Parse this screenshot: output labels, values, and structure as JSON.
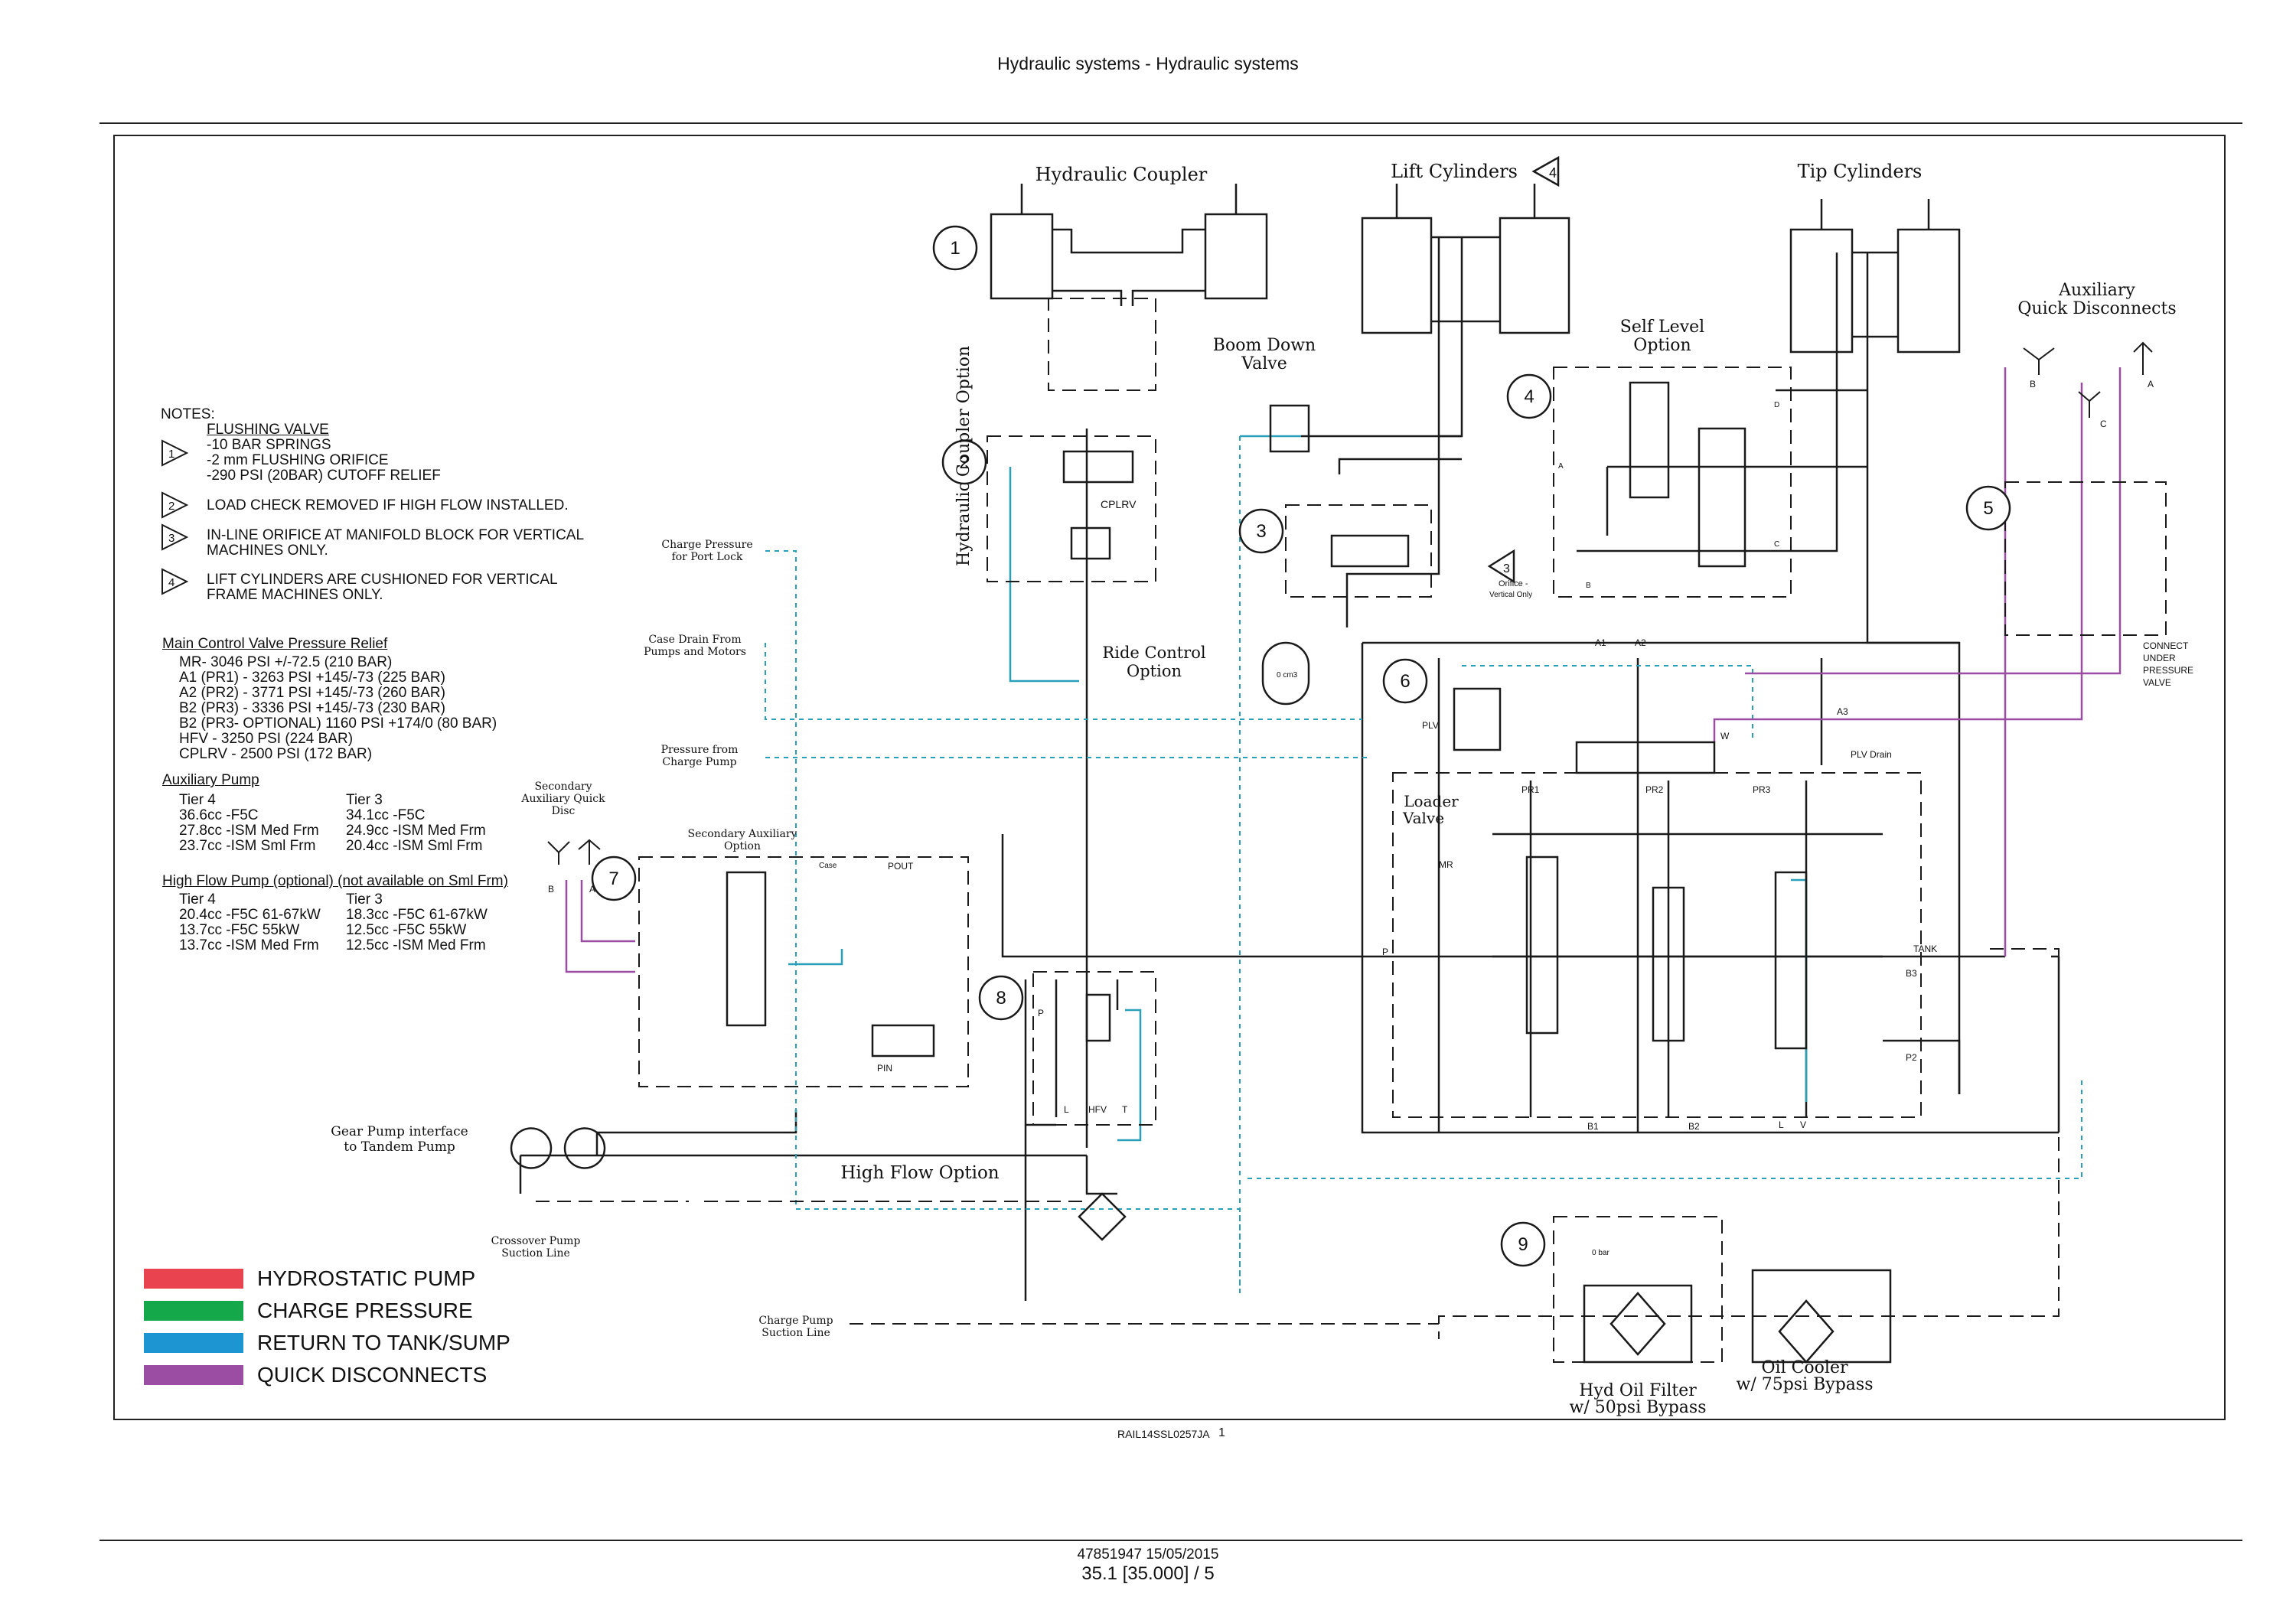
{
  "header": {
    "title": "Hydraulic systems - Hydraulic systems"
  },
  "diagram": {
    "titles": {
      "hydraulic_coupler": "Hydraulic Coupler",
      "lift_cylinders": "Lift Cylinders",
      "tip_cylinders": "Tip Cylinders",
      "aux_quick_disconnects_1": "Auxiliary",
      "aux_quick_disconnects_2": "Quick Disconnects",
      "boom_down_1": "Boom Down",
      "boom_down_2": "Valve",
      "self_level_1": "Self Level",
      "self_level_2": "Option",
      "hyd_coupler_option": "Hydraulic Coupler Option",
      "ride_control_1": "Ride Control",
      "ride_control_2": "Option",
      "loader_valve_1": "Loader",
      "loader_valve_2": "Valve",
      "secondary_aux_1": "Secondary Auxiliary",
      "secondary_aux_2": "Option",
      "secondary_aux_qd_1": "Secondary",
      "secondary_aux_qd_2": "Auxiliary Quick",
      "secondary_aux_qd_3": "Disc",
      "high_flow_option": "High Flow Option",
      "gear_pump_1": "Gear Pump interface",
      "gear_pump_2": "to Tandem Pump",
      "crossover_1": "Crossover Pump",
      "crossover_2": "Suction Line",
      "charge_suction_1": "Charge Pump",
      "charge_suction_2": "Suction Line",
      "charge_port_lock_1": "Charge Pressure",
      "charge_port_lock_2": "for Port Lock",
      "case_drain_1": "Case Drain From",
      "case_drain_2": "Pumps and Motors",
      "pressure_charge_1": "Pressure from",
      "pressure_charge_2": "Charge Pump",
      "hyd_oil_filter_1": "Hyd Oil Filter",
      "hyd_oil_filter_2": "w/ 50psi Bypass",
      "oil_cooler_1": "Oil Cooler",
      "oil_cooler_2": "w/ 75psi Bypass",
      "connect_pressure_1": "CONNECT",
      "connect_pressure_2": "UNDER",
      "connect_pressure_3": "PRESSURE",
      "connect_pressure_4": "VALVE",
      "cplrv": "CPLRV",
      "orifice_1": "Orifice -",
      "orifice_2": "Vertical Only",
      "accumulator": "0 cm3",
      "mr": "MR",
      "pr1": "PR1",
      "pr2": "PR2",
      "pr3": "PR3",
      "plv": "PLV",
      "plv_drain": "PLV Drain",
      "hfv": "HFV",
      "tank": "TANK",
      "a1": "A1",
      "a2": "A2",
      "a3": "A3",
      "b1": "B1",
      "b2": "B2",
      "b3": "B3",
      "p2": "P2",
      "pin": "PIN",
      "pout": "POUT",
      "case": "Case",
      "p": "P",
      "l": "L",
      "t": "T",
      "v": "V",
      "w": "W",
      "a": "A",
      "b": "B",
      "c": "C",
      "d": "D",
      "filter_bar": "0 bar"
    },
    "callouts": [
      "1",
      "2",
      "3",
      "4",
      "5",
      "6",
      "7",
      "8",
      "9"
    ]
  },
  "notes": {
    "heading": "NOTES:",
    "items": [
      {
        "num": "1",
        "lines": [
          "FLUSHING VALVE",
          "-10 BAR SPRINGS",
          "-2 mm FLUSHING ORIFICE",
          "-290 PSI (20BAR) CUTOFF RELIEF"
        ]
      },
      {
        "num": "2",
        "lines": [
          "LOAD CHECK REMOVED IF HIGH FLOW INSTALLED."
        ]
      },
      {
        "num": "3",
        "lines": [
          "IN-LINE ORIFICE AT MANIFOLD BLOCK FOR VERTICAL",
          "MACHINES ONLY."
        ]
      },
      {
        "num": "4",
        "lines": [
          "LIFT CYLINDERS ARE CUSHIONED FOR VERTICAL",
          "FRAME MACHINES ONLY."
        ]
      }
    ]
  },
  "pressure_relief": {
    "heading": "Main Control Valve Pressure Relief",
    "rows": [
      "MR-    3046 PSI +/-72.5  (210 BAR)",
      "A1 (PR1) -   3263 PSI +145/-73 (225 BAR)",
      "A2 (PR2) -   3771 PSI +145/-73 (260 BAR)",
      "B2 (PR3) -   3336 PSI +145/-73 (230 BAR)",
      "B2 (PR3- OPTIONAL) 1160 PSI +174/0 (80 BAR)",
      "HFV -   3250 PSI (224 BAR)",
      "CPLRV - 2500 PSI (172 BAR)"
    ]
  },
  "aux_pump": {
    "heading": "Auxiliary Pump",
    "tier4_label": "Tier 4",
    "tier3_label": "Tier 3",
    "tier4": [
      "36.6cc   -F5C",
      "27.8cc   -ISM Med Frm",
      "23.7cc   -ISM Sml Frm"
    ],
    "tier3": [
      "34.1cc   -F5C",
      "24.9cc   -ISM Med Frm",
      "20.4cc   -ISM Sml Frm"
    ]
  },
  "high_flow_pump": {
    "heading": "High Flow Pump (optional) (not available on Sml Frm)",
    "tier4_label": "Tier 4",
    "tier3_label": "Tier 3",
    "tier4": [
      "20.4cc   -F5C 61-67kW",
      "13.7cc   -F5C 55kW",
      "13.7cc   -ISM Med Frm"
    ],
    "tier3": [
      "18.3cc   -F5C 61-67kW",
      "12.5cc   -F5C 55kW",
      "12.5cc   -ISM Med Frm"
    ]
  },
  "legend": [
    {
      "label": "HYDROSTATIC PUMP",
      "color": "#e8434e"
    },
    {
      "label": "CHARGE PRESSURE",
      "color": "#14a84a"
    },
    {
      "label": "RETURN TO TANK/SUMP",
      "color": "#1e95d3"
    },
    {
      "label": "QUICK DISCONNECTS",
      "color": "#9b4ca3"
    }
  ],
  "colors": {
    "line": "#1a1a1a",
    "return": "#2a9fb8",
    "quick": "#9b4ca3"
  },
  "footer": {
    "drawing_id": "RAIL14SSL0257JA",
    "drawing_num": "1",
    "doc": "47851947 15/05/2015",
    "page": "35.1 [35.000] / 5"
  }
}
